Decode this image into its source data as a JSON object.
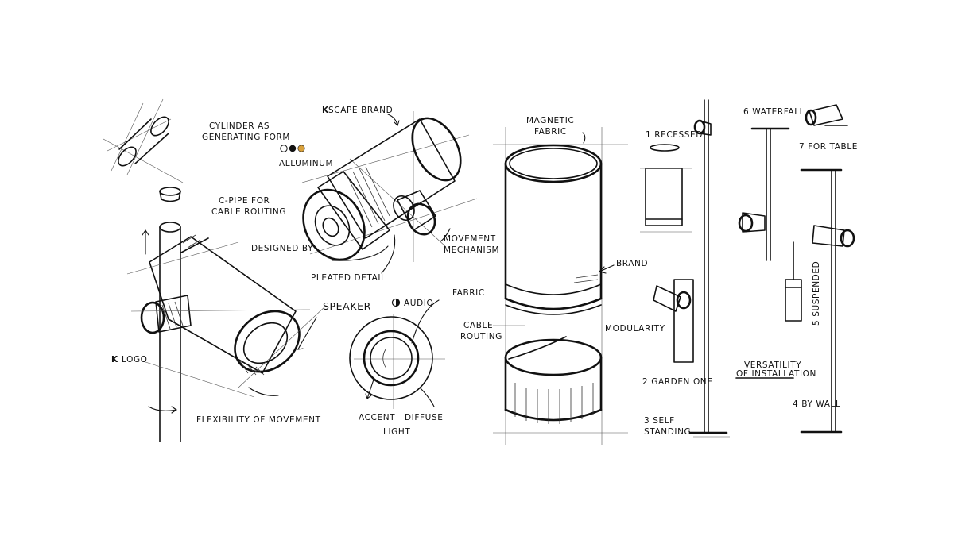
{
  "labels": {
    "cylinder": "CYLINDER AS",
    "cylinder2": "GENERATING FORM",
    "brand_k": "K",
    "brand_scape": "SCAPE BRAND",
    "aluminum": "ALLUMINUM",
    "cpipe": "C-PIPE FOR",
    "cpipe2": "CABLE ROUTING",
    "designed": "DESIGNED BY",
    "movement": "MOVEMENT",
    "movement2": "MECHANISM",
    "pleated": "PLEATED DETAIL",
    "speaker": "SPEAKER",
    "audio": "AUDIO",
    "k_logo_k": "K",
    "k_logo": "LOGO",
    "flexibility": "FLEXIBILITY OF MOVEMENT",
    "accent": "ACCENT",
    "diffuse": "DIFFUSE",
    "light": "LIGHT",
    "magnetic": "MAGNETIC",
    "magnetic2": "FABRIC",
    "brand": "BRAND",
    "fabric": "FABRIC",
    "cable": "CABLE",
    "cable2": "ROUTING",
    "modularity": "MODULARITY",
    "recessed": "1 RECESSED",
    "garden": "2 GARDEN ONE",
    "self": "3 SELF",
    "self2": "STANDING",
    "waterfall": "6 WATERFALL",
    "table": "7 FOR TABLE",
    "suspended": "5 SUSPENDED",
    "versatility": "VERSATILITY",
    "versatility2": "OF INSTALLATION",
    "wall": "4 BY WALL"
  },
  "colors": {
    "ink": "#111111",
    "paper": "#ffffff",
    "swatches": [
      "#ffffff",
      "#111111",
      "#d9a13b"
    ]
  }
}
